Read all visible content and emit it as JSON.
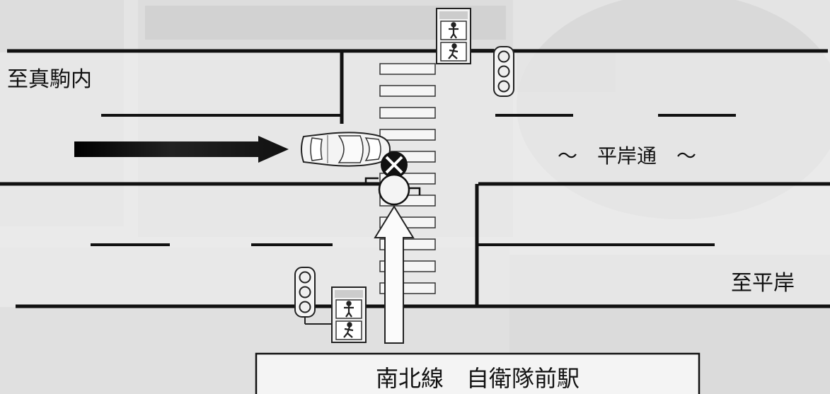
{
  "labels": {
    "to_makomanai": "至真駒内",
    "to_hiragishi": "至平岸",
    "street_name": "～　平岸通　～",
    "station_name": "南北線　自衛隊前駅"
  },
  "colors": {
    "line": "#111111",
    "background": "#e6e6e6",
    "paper_light": "#f2f2f2",
    "background_ghost": "#cfcfcf"
  },
  "icons": {
    "pedestrian_signal": "walk-stop-signal-icon",
    "traffic_light": "traffic-light-icon",
    "collision_mark": "crossed-circle-icon",
    "car": "car-top-view-icon",
    "pedestrian_direction": "up-arrow-icon",
    "vehicle_direction": "right-arrow-icon"
  }
}
